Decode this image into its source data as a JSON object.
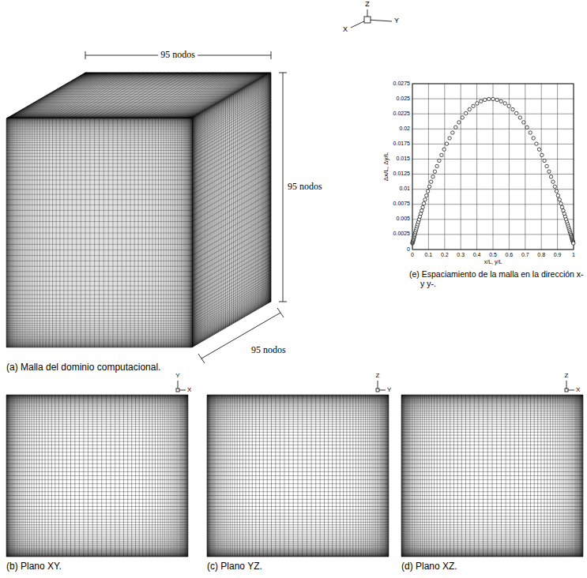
{
  "diagram": {
    "labels": [
      "95 nodos",
      "95 nodos",
      "95 nodos",
      "Z",
      "X",
      "Y",
      "0",
      "0.0025",
      "0.005",
      "0.0075",
      "0.01",
      "0.0125",
      "0.015",
      "0.0175",
      "0.02",
      "0.0225",
      "0.025",
      "0.0275",
      "Δx/L, Δy/L",
      "0",
      "0.1",
      "0.2",
      "0.3",
      "0.4",
      "0.5",
      "0.6",
      "0.7",
      "0.8",
      "0.9",
      "1",
      "x/L, y/L",
      "(e) Espaciamiento de la malla en la dirección x- y y-.",
      "(a) Malla del dominio computacional.",
      "Y",
      "X",
      "Z",
      "Y",
      "Z",
      "X",
      "(b) Plano XY.",
      "(c) Plano YZ.",
      "(d) Plano XZ."
    ]
  }
}
